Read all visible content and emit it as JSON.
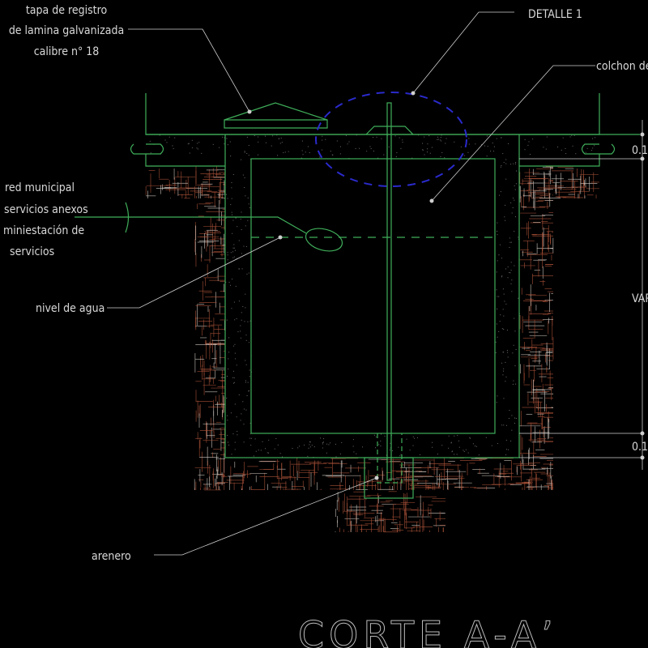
{
  "labels": {
    "tapa": [
      "tapa de registro",
      "de lamina galvanizada",
      "calibre n° 18"
    ],
    "detalle": "DETALLE 1",
    "colchon": "colchon de",
    "red": [
      "red municipal",
      "servicios anexos",
      "miniestación de",
      "servicios"
    ],
    "nivel": "nivel de agua",
    "arenero": "arenero",
    "dim_top": "0.1",
    "dim_mid": "VARIA",
    "dim_bottom": "0.1",
    "title": "CORTE A-A’"
  },
  "colors": {
    "background": "#000000",
    "structure": "#3fae5a",
    "hatch": "#b0553a",
    "hatch_light": "#d8d0c8",
    "detail_outline": "#2a2acc",
    "leader": "#cfcfcf"
  }
}
